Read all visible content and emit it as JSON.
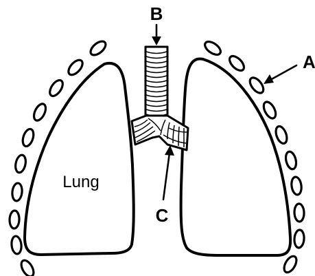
{
  "labels": {
    "a": "A",
    "b": "B",
    "c": "C",
    "lung": "Lung"
  },
  "colors": {
    "ink": "#000000",
    "background": "#ffffff"
  }
}
